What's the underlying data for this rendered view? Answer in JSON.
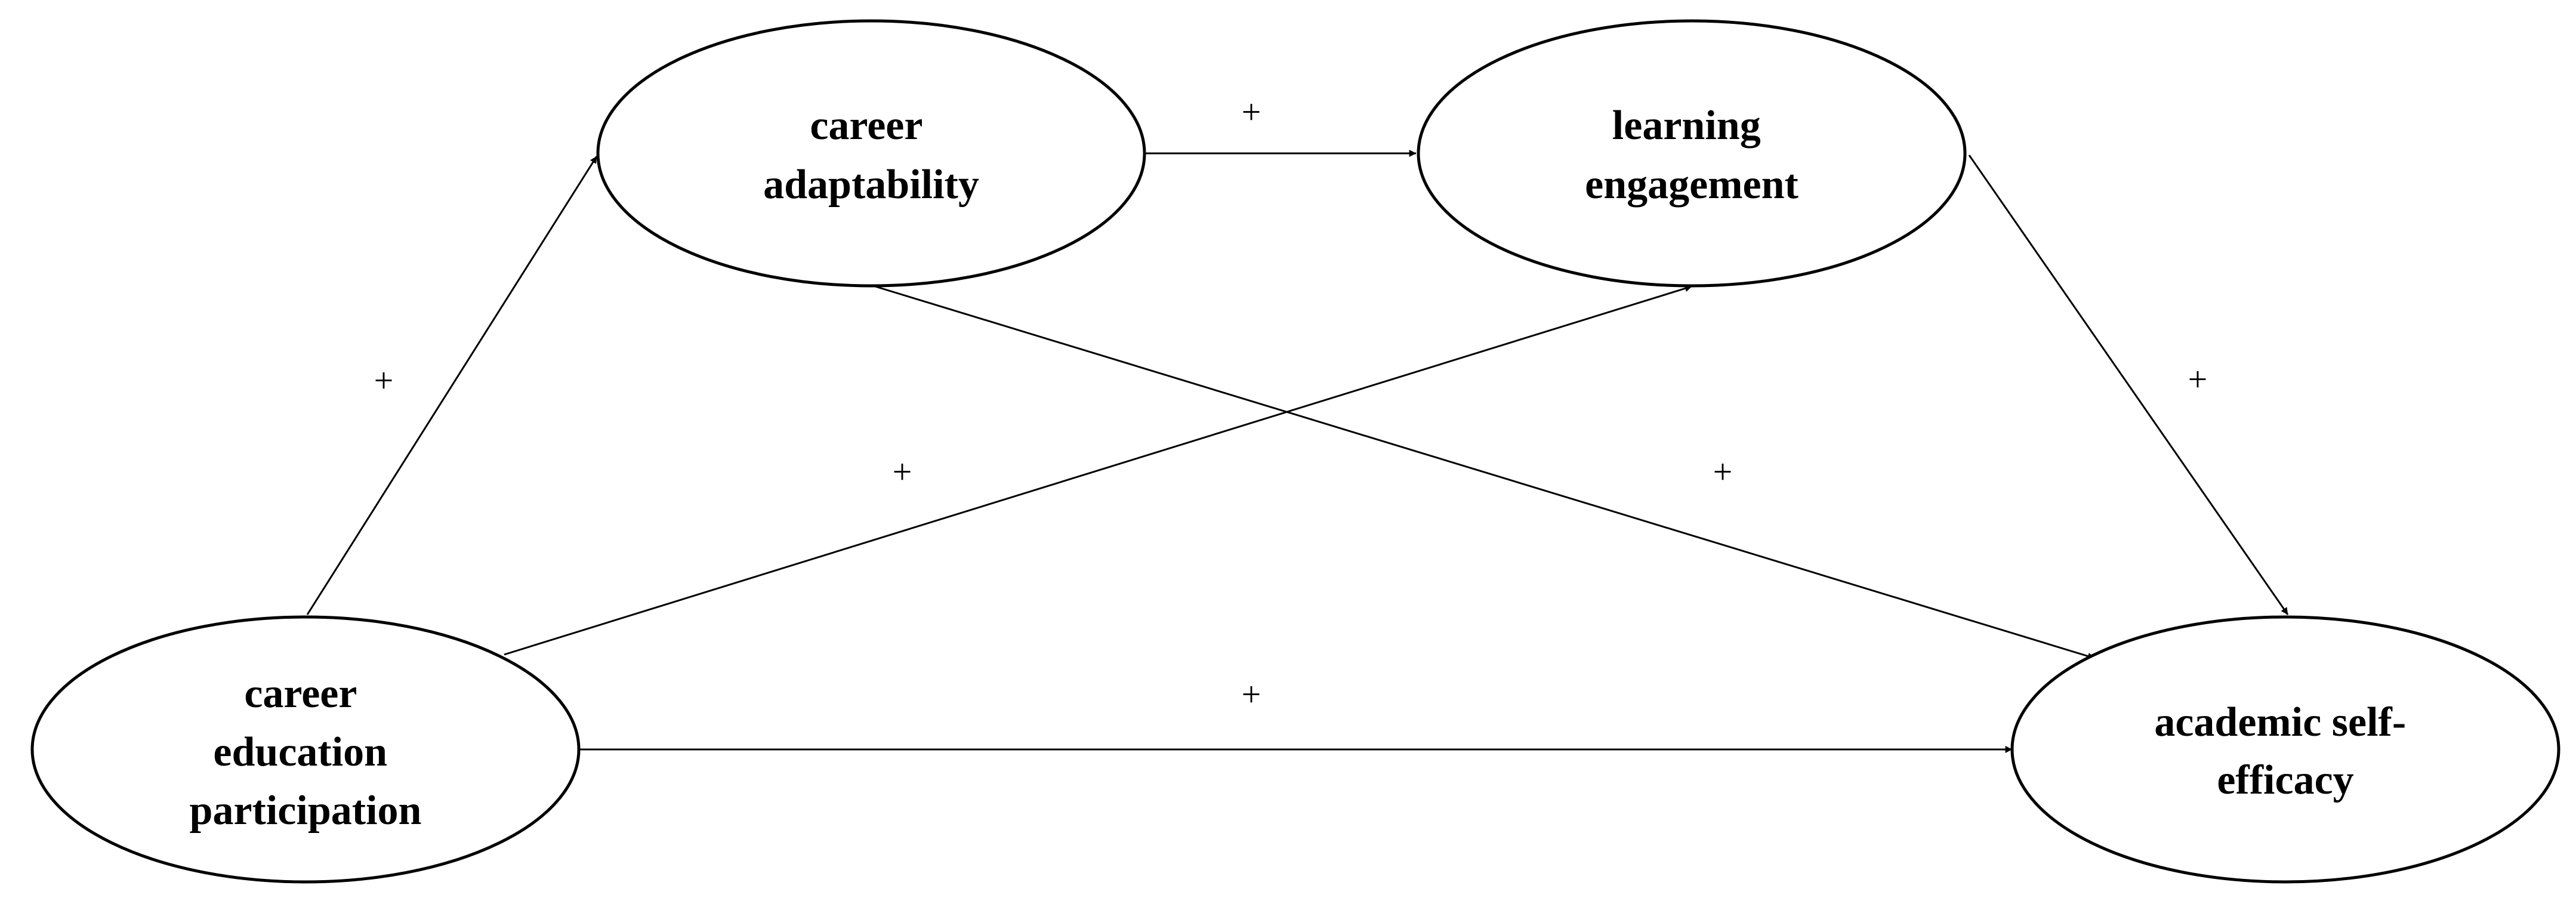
{
  "diagram": {
    "nodes": {
      "career_adaptability": {
        "lines": [
          "career",
          "adaptability"
        ]
      },
      "learning_engagement": {
        "lines": [
          "learning",
          "engagement"
        ]
      },
      "career_education_participation": {
        "lines": [
          "career",
          "education",
          "participation"
        ]
      },
      "academic_self_efficacy": {
        "lines": [
          "academic self-",
          "efficacy"
        ]
      }
    },
    "edges": [
      {
        "from": "career_education_participation",
        "to": "career_adaptability",
        "sign": "+"
      },
      {
        "from": "career_adaptability",
        "to": "learning_engagement",
        "sign": "+"
      },
      {
        "from": "career_education_participation",
        "to": "learning_engagement",
        "sign": "+"
      },
      {
        "from": "career_adaptability",
        "to": "academic_self_efficacy",
        "sign": "+"
      },
      {
        "from": "learning_engagement",
        "to": "academic_self_efficacy",
        "sign": "+"
      },
      {
        "from": "career_education_participation",
        "to": "academic_self_efficacy",
        "sign": "+"
      }
    ],
    "colors": {
      "stroke": "#000000",
      "fill": "#ffffff",
      "text": "#000000"
    }
  }
}
